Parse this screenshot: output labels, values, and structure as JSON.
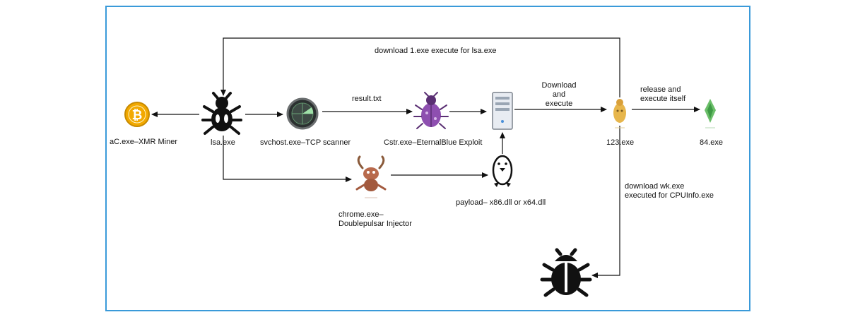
{
  "nodes": {
    "miner": "aC.exe–XMR Miner",
    "lsa": "lsa.exe",
    "scanner": "svchost.exe–TCP scanner",
    "exploit": "Cstr.exe–EternalBlue Exploit",
    "dropper": "123.exe",
    "final": "84.exe",
    "injector_line1": "chrome.exe–",
    "injector_line2": "Doublepulsar Injector",
    "payload": "payload– x86.dll or x64.dll"
  },
  "edges": {
    "top_loop": "download 1.exe execute for lsa.exe",
    "result": "result.txt",
    "download_line1": "Download",
    "download_line2": "and",
    "download_line3": "execute",
    "release_line1": "release and",
    "release_line2": "execute itself",
    "wk_line1": "download wk.exe",
    "wk_line2": "executed for CPUInfo.exe"
  },
  "icons": {
    "bitcoin": "bitcoin-coin-icon",
    "bug_lsa": "black-bug-icon",
    "radar": "radar-scanner-icon",
    "bug_exploit": "purple-bug-icon",
    "server": "server-tower-icon",
    "figure_123": "golden-figure-icon",
    "figure_84": "green-figure-icon",
    "injector": "horned-creature-icon",
    "penguin": "penguin-icon",
    "bug_bottom": "black-bug-icon"
  },
  "colors": {
    "frame_border": "#3a9ad9",
    "arrow": "#111111",
    "bitcoin": "#f2a900",
    "exploit_bug": "#8e4fb0",
    "figure_123": "#e7b64c",
    "figure_84": "#6cbf6a"
  }
}
